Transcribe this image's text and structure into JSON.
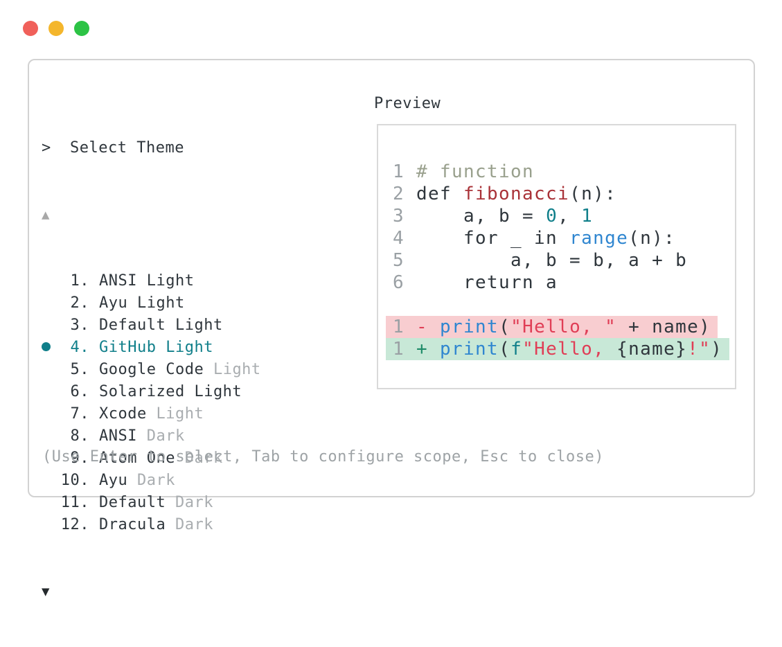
{
  "window": {
    "controls": [
      {
        "name": "close",
        "color": "#f0605a"
      },
      {
        "name": "minimize",
        "color": "#f4b62c"
      },
      {
        "name": "zoom",
        "color": "#2cc345"
      }
    ]
  },
  "panel": {
    "prompt": ">",
    "title": "Select Theme",
    "scroll_up": "▲",
    "scroll_down": "▼",
    "hint": "(Use Enter to select, Tab to configure scope, Esc to close)",
    "items": [
      {
        "number": "1.",
        "name": "ANSI Light",
        "variant": "",
        "selected": false
      },
      {
        "number": "2.",
        "name": "Ayu Light",
        "variant": "",
        "selected": false
      },
      {
        "number": "3.",
        "name": "Default Light",
        "variant": "",
        "selected": false
      },
      {
        "number": "4.",
        "name": "GitHub Light",
        "variant": "",
        "selected": true
      },
      {
        "number": "5.",
        "name": "Google Code",
        "variant": " Light",
        "selected": false
      },
      {
        "number": "6.",
        "name": "Solarized Light",
        "variant": "",
        "selected": false
      },
      {
        "number": "7.",
        "name": "Xcode",
        "variant": " Light",
        "selected": false
      },
      {
        "number": "8.",
        "name": "ANSI",
        "variant": " Dark",
        "selected": false
      },
      {
        "number": "9.",
        "name": "Atom One",
        "variant": " Dark",
        "selected": false
      },
      {
        "number": "10.",
        "name": "Ayu",
        "variant": " Dark",
        "selected": false
      },
      {
        "number": "11.",
        "name": "Default",
        "variant": " Dark",
        "selected": false
      },
      {
        "number": "12.",
        "name": "Dracula",
        "variant": " Dark",
        "selected": false
      }
    ]
  },
  "preview": {
    "label": "Preview",
    "code_lines": [
      {
        "num": "1",
        "diff": "",
        "tokens": [
          [
            "# function",
            "comment"
          ]
        ]
      },
      {
        "num": "2",
        "diff": "",
        "tokens": [
          [
            "def ",
            "code"
          ],
          [
            "fibonacci",
            "func"
          ],
          [
            "(n):",
            "code"
          ]
        ]
      },
      {
        "num": "3",
        "diff": "",
        "tokens": [
          [
            "    a, b = ",
            "code"
          ],
          [
            "0",
            "number"
          ],
          [
            ", ",
            "code"
          ],
          [
            "1",
            "number"
          ]
        ]
      },
      {
        "num": "4",
        "diff": "",
        "tokens": [
          [
            "    for _ in ",
            "code"
          ],
          [
            "range",
            "builtin"
          ],
          [
            "(n):",
            "code"
          ]
        ]
      },
      {
        "num": "5",
        "diff": "",
        "tokens": [
          [
            "        a, b = b, a + b",
            "code"
          ]
        ]
      },
      {
        "num": "6",
        "diff": "",
        "tokens": [
          [
            "    return a",
            "code"
          ]
        ]
      },
      {
        "num": "",
        "diff": "",
        "tokens": []
      },
      {
        "num": "1",
        "diff": "removed",
        "tokens": [
          [
            "- ",
            "del"
          ],
          [
            "print",
            "builtin"
          ],
          [
            "(",
            "code"
          ],
          [
            "\"Hello, \"",
            "string"
          ],
          [
            " + name)",
            "code"
          ]
        ]
      },
      {
        "num": "1",
        "diff": "added",
        "tokens": [
          [
            "+ ",
            "add"
          ],
          [
            "print",
            "builtin"
          ],
          [
            "(",
            "code"
          ],
          [
            "f",
            "fstring"
          ],
          [
            "\"Hello, ",
            "string"
          ],
          [
            "{name}",
            "code"
          ],
          [
            "!\"",
            "string"
          ],
          [
            ")",
            "code"
          ]
        ]
      }
    ]
  },
  "colors": {
    "accent": "#107f8a",
    "text": "#2f363c",
    "muted": "#a9adb0",
    "hint": "#9ea3a6",
    "line-number": "#9aa0a4",
    "comment": "#99a08d",
    "function-name": "#a93238",
    "builtin": "#2f86d0",
    "number-literal": "#107f8a",
    "string": "#e03e56",
    "diff-removed-bg": "#f8cdd0",
    "diff-added-bg": "#c8e8d7",
    "panel-border": "#d2d2d2",
    "preview-border": "#d9d9d9"
  }
}
